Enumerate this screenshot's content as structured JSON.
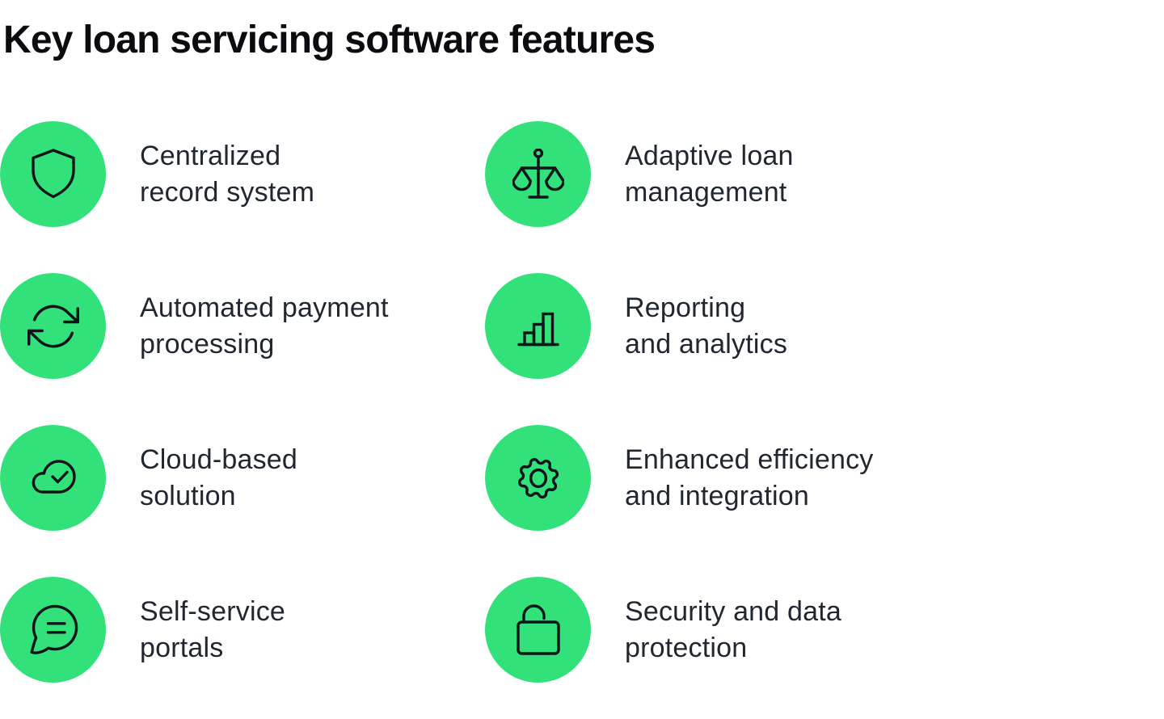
{
  "header": {
    "title": "Key loan servicing software features"
  },
  "theme": {
    "background": "#ffffff",
    "accent_green": "#32E17A",
    "icon_stroke": "#10151b",
    "title_color": "#0a0c10",
    "label_color": "#212730"
  },
  "features": {
    "items": [
      {
        "icon": "shield-icon",
        "lines": [
          "Centralized",
          "record system"
        ]
      },
      {
        "icon": "scales-icon",
        "lines": [
          "Adaptive loan",
          "management"
        ]
      },
      {
        "icon": "sync-arrows-icon",
        "lines": [
          "Automated payment",
          "processing"
        ]
      },
      {
        "icon": "bar-chart-icon",
        "lines": [
          "Reporting",
          "and analytics"
        ]
      },
      {
        "icon": "cloud-check-icon",
        "lines": [
          "Cloud-based",
          "solution"
        ]
      },
      {
        "icon": "gear-icon",
        "lines": [
          "Enhanced efficiency",
          "and integration"
        ]
      },
      {
        "icon": "chat-bubble-icon",
        "lines": [
          "Self-service",
          "portals"
        ]
      },
      {
        "icon": "lock-open-icon",
        "lines": [
          "Security and data",
          "protection"
        ]
      }
    ]
  }
}
